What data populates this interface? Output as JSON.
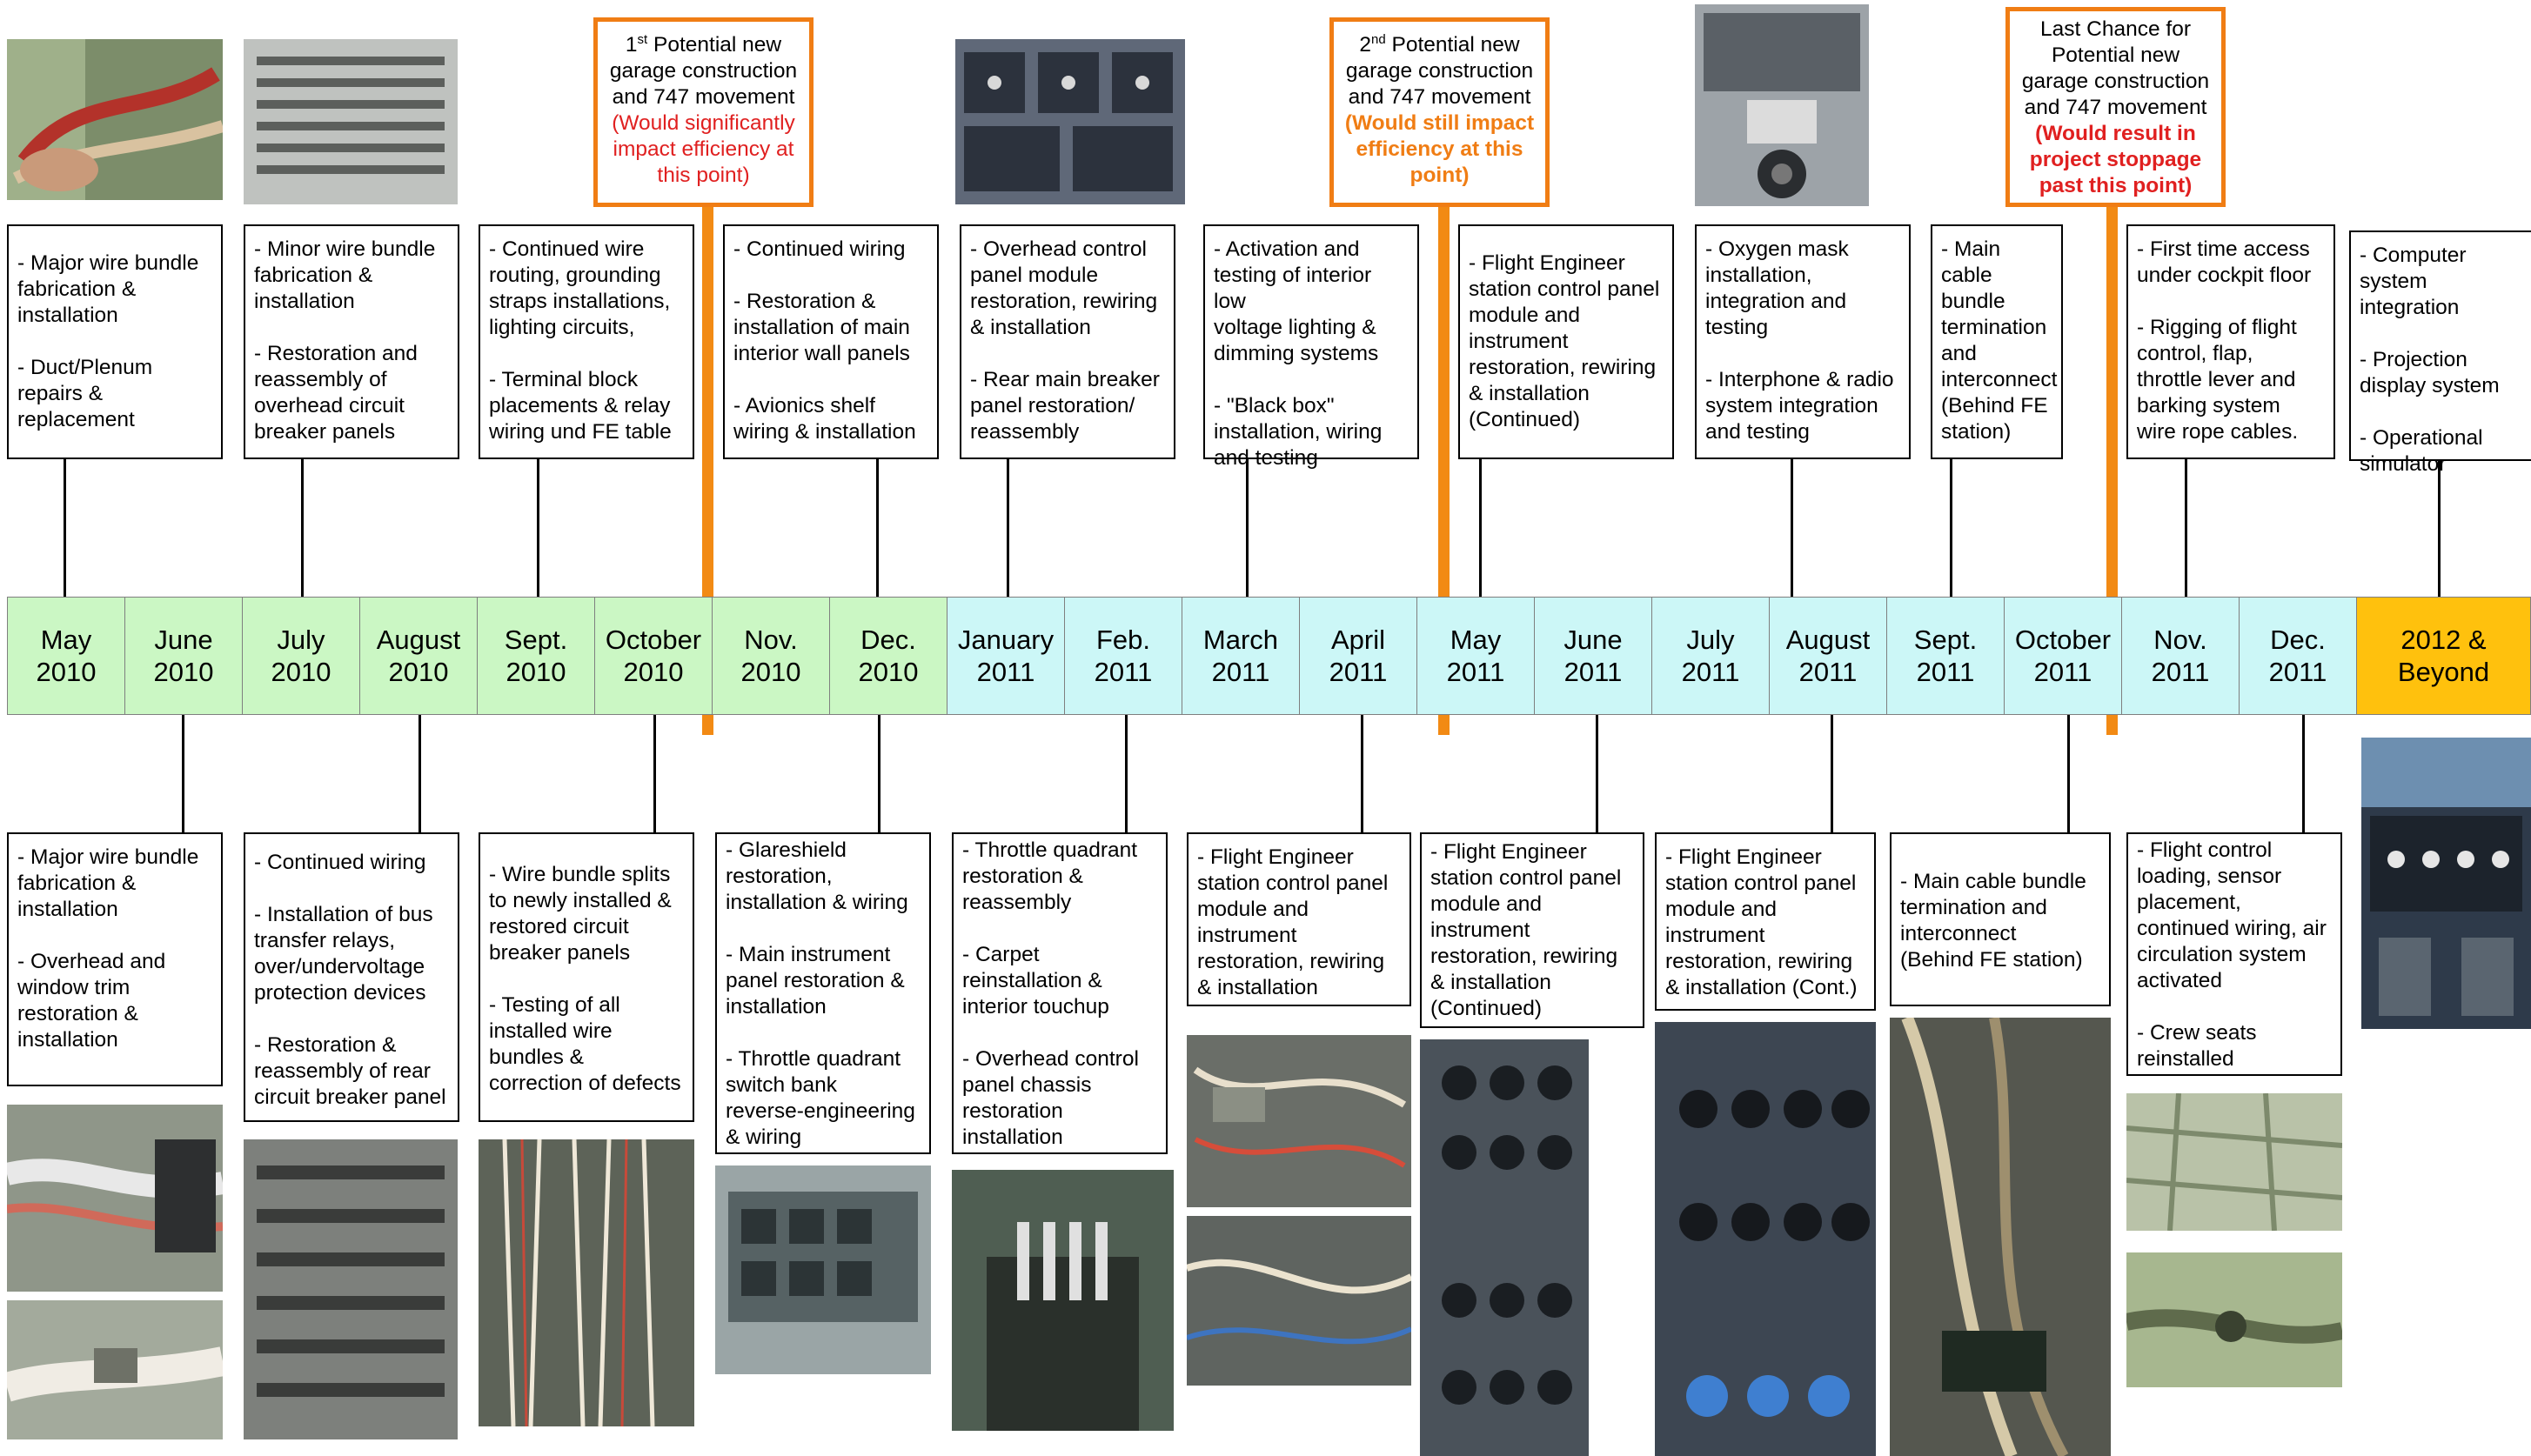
{
  "colors": {
    "year2010": "#cbf7c4",
    "year2011": "#ccf7f7",
    "beyond": "#ffc10d",
    "callout_border": "#f07d14",
    "red_text": "#e02020",
    "orange_text": "#f07d14"
  },
  "timeline": {
    "months": [
      {
        "month": "May",
        "year": "2010"
      },
      {
        "month": "June",
        "year": "2010"
      },
      {
        "month": "July",
        "year": "2010"
      },
      {
        "month": "August",
        "year": "2010"
      },
      {
        "month": "Sept.",
        "year": "2010"
      },
      {
        "month": "October",
        "year": "2010"
      },
      {
        "month": "Nov.",
        "year": "2010"
      },
      {
        "month": "Dec.",
        "year": "2010"
      },
      {
        "month": "January",
        "year": "2011"
      },
      {
        "month": "Feb.",
        "year": "2011"
      },
      {
        "month": "March",
        "year": "2011"
      },
      {
        "month": "April",
        "year": "2011"
      },
      {
        "month": "May",
        "year": "2011"
      },
      {
        "month": "June",
        "year": "2011"
      },
      {
        "month": "July",
        "year": "2011"
      },
      {
        "month": "August",
        "year": "2011"
      },
      {
        "month": "Sept.",
        "year": "2011"
      },
      {
        "month": "October",
        "year": "2011"
      },
      {
        "month": "Nov.",
        "year": "2011"
      },
      {
        "month": "Dec.",
        "year": "2011"
      },
      {
        "month": "2012 &",
        "year": "Beyond"
      }
    ]
  },
  "top_tasks": [
    "- Major wire bundle\nfabrication &\ninstallation\n\n- Duct/Plenum\nrepairs &\nreplacement",
    "- Minor wire bundle\nfabrication &\ninstallation\n\n- Restoration and\nreassembly of\noverhead circuit\nbreaker panels",
    "- Continued wire\nrouting, grounding\nstraps installations,\nlighting circuits,\n\n- Terminal block\nplacements & relay\nwiring und FE table",
    "- Continued wiring\n\n- Restoration &\ninstallation of main\ninterior wall panels\n\n- Avionics shelf\nwiring & installation",
    "- Overhead control\npanel module\nrestoration, rewiring\n& installation\n\n- Rear main breaker\npanel restoration/\nreassembly",
    "- Activation and\ntesting of interior low\nvoltage lighting &\ndimming systems\n\n- \"Black box\"\ninstallation, wiring\nand testing",
    "- Flight Engineer\nstation control panel\nmodule and\ninstrument\nrestoration, rewiring\n& installation\n(Continued)",
    "- Oxygen mask\ninstallation,\nintegration and\ntesting\n\n- Interphone & radio\nsystem integration\nand testing",
    "- Main cable\nbundle\ntermination\nand\ninterconnect\n(Behind FE\nstation)",
    "- First time access\nunder cockpit floor\n\n- Rigging of flight\ncontrol, flap,\nthrottle lever and\nbarking system\nwire rope cables.",
    "- Computer\nsystem integration\n\n- Projection\ndisplay system\n\n- Operational\nsimulator"
  ],
  "bottom_tasks": [
    "- Major wire bundle\nfabrication &\ninstallation\n\n- Overhead and\nwindow trim\nrestoration &\ninstallation",
    "- Continued wiring\n\n- Installation of bus\ntransfer relays,\nover/undervoltage\nprotection devices\n\n- Restoration &\nreassembly of rear\ncircuit breaker panel",
    "- Wire bundle splits\nto newly installed &\nrestored circuit\nbreaker panels\n\n- Testing of all\ninstalled wire\nbundles &\ncorrection of defects",
    "- Glareshield\nrestoration,\ninstallation & wiring\n\n- Main instrument\npanel restoration &\ninstallation\n\n- Throttle quadrant\nswitch bank\nreverse-engineering\n& wiring",
    "- Throttle quadrant\nrestoration &\nreassembly\n\n- Carpet\nreinstallation &\ninterior touchup\n\n- Overhead control\npanel chassis\nrestoration\ninstallation",
    "- Flight Engineer\nstation control panel\nmodule and\ninstrument\nrestoration, rewiring\n& installation",
    "- Flight Engineer\nstation control panel\nmodule and\ninstrument\nrestoration, rewiring\n& installation\n(Continued)",
    "- Flight Engineer\nstation control panel\nmodule and\ninstrument\nrestoration, rewiring\n& installation (Cont.)",
    "- Main cable bundle\ntermination and\ninterconnect\n(Behind FE station)",
    "- Flight control\nloading, sensor\nplacement,\ncontinued wiring, air\ncirculation system\nactivated\n\n- Crew seats\nreinstalled"
  ],
  "callouts": [
    {
      "ord": "1",
      "sup": "st",
      "text": " Potential new\ngarage construction\nand 747 movement",
      "emph": "(Would significantly\nimpact efficiency at\nthis point)"
    },
    {
      "ord": "2",
      "sup": "nd",
      "text": " Potential new\ngarage construction\nand 747 movement",
      "emph": "(Would still impact\nefficiency at this\npoint)"
    },
    {
      "ord": "",
      "sup": "",
      "text": "Last Chance for\nPotential new\ngarage construction\nand 747 movement",
      "emph": "(Would result in\nproject stoppage\npast this point)"
    }
  ]
}
